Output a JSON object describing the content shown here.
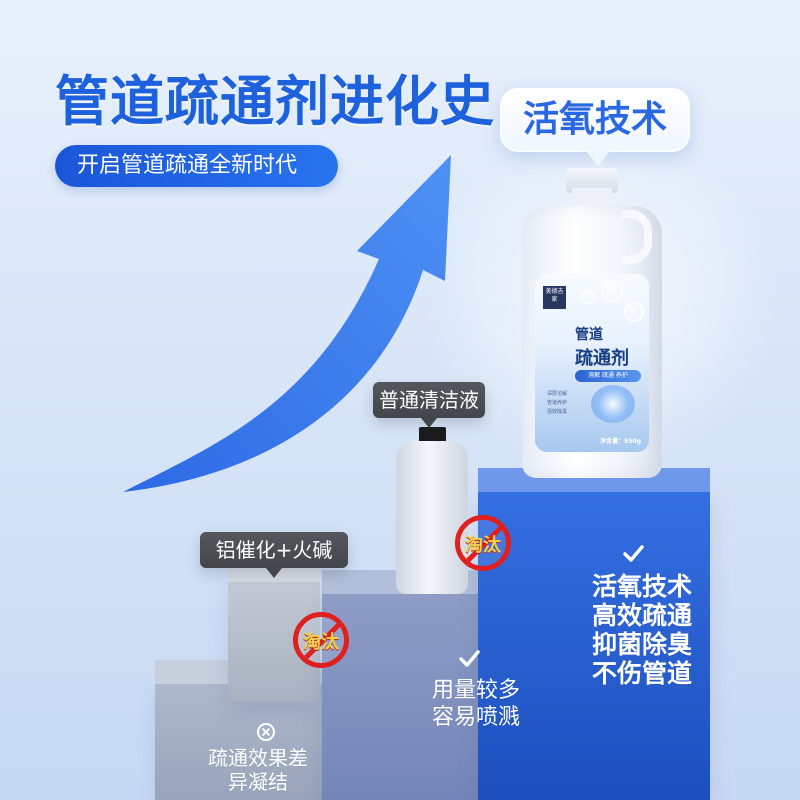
{
  "hero": {
    "title": "管道疏通剂进化史",
    "subtitle": "开启管道疏通全新时代",
    "tech_badge": "活氧技术"
  },
  "generations": {
    "carbon": {
      "label": "铝催化+火碱",
      "stamp": "淘汰",
      "issues_line1": "疏通效果差",
      "issues_line2": "异凝结"
    },
    "plain": {
      "label": "普通清洁液",
      "stamp": "淘汰",
      "issues_line1": "用量较多",
      "issues_line2": "容易喷溅"
    },
    "active": {
      "features": [
        "活氧技术",
        "高效疏通",
        "抑菌除臭",
        "不伤管道"
      ]
    }
  },
  "product": {
    "brand": "美德吉家",
    "title_line1": "管道",
    "title_line2": "疏通剂",
    "strip": "溶解 疏通 养护",
    "features": [
      "深层溶解",
      "管道养护",
      "强效除臭"
    ],
    "net_content": "净含量：550g"
  },
  "colors": {
    "primary_blue": "#1d61dd",
    "danger_red": "#e01f1f",
    "warning_yellow": "#f0d24a"
  }
}
